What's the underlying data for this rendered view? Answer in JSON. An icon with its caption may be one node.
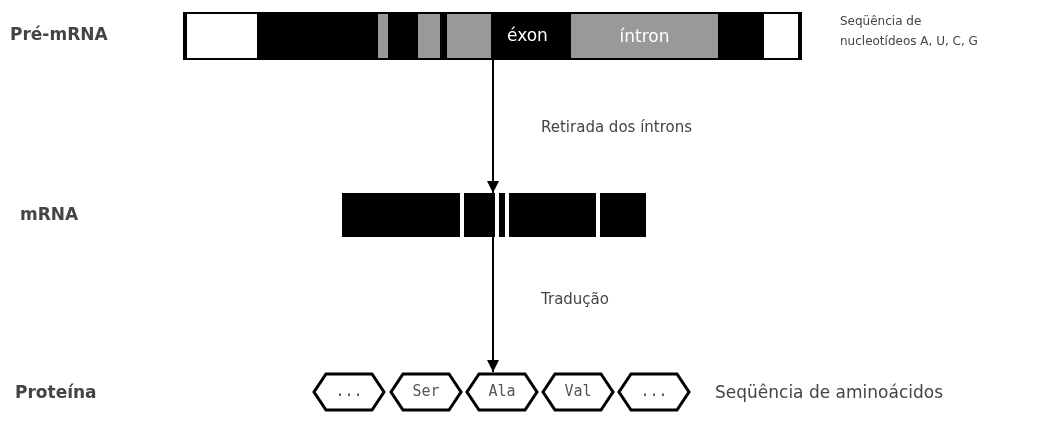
{
  "diagram": {
    "nodes": [
      {
        "text": [
          "éxon",
          "íntron"
        ]
      },
      {
        "text": [],
        "shape": "bar"
      },
      {
        "text": [
          "..."
        ]
      },
      {
        "text": [
          "Ser"
        ]
      },
      {
        "text": [
          "Ala"
        ]
      },
      {
        "text": [
          "Val"
        ]
      },
      {
        "text": [
          "..."
        ]
      }
    ],
    "edges": [
      {
        "from": 0,
        "to": 1,
        "arrow": "to",
        "label": "Retirada dos íntrons"
      },
      {
        "from": 1,
        "to": 4,
        "arrow": "to",
        "label": "Tradução"
      }
    ],
    "labels": [
      "Pré-mRNA",
      "Seqüência de nucleotídeos A, U, C, G",
      "mRNA",
      "Proteína",
      "Seqüência de aminoácidos"
    ]
  }
}
